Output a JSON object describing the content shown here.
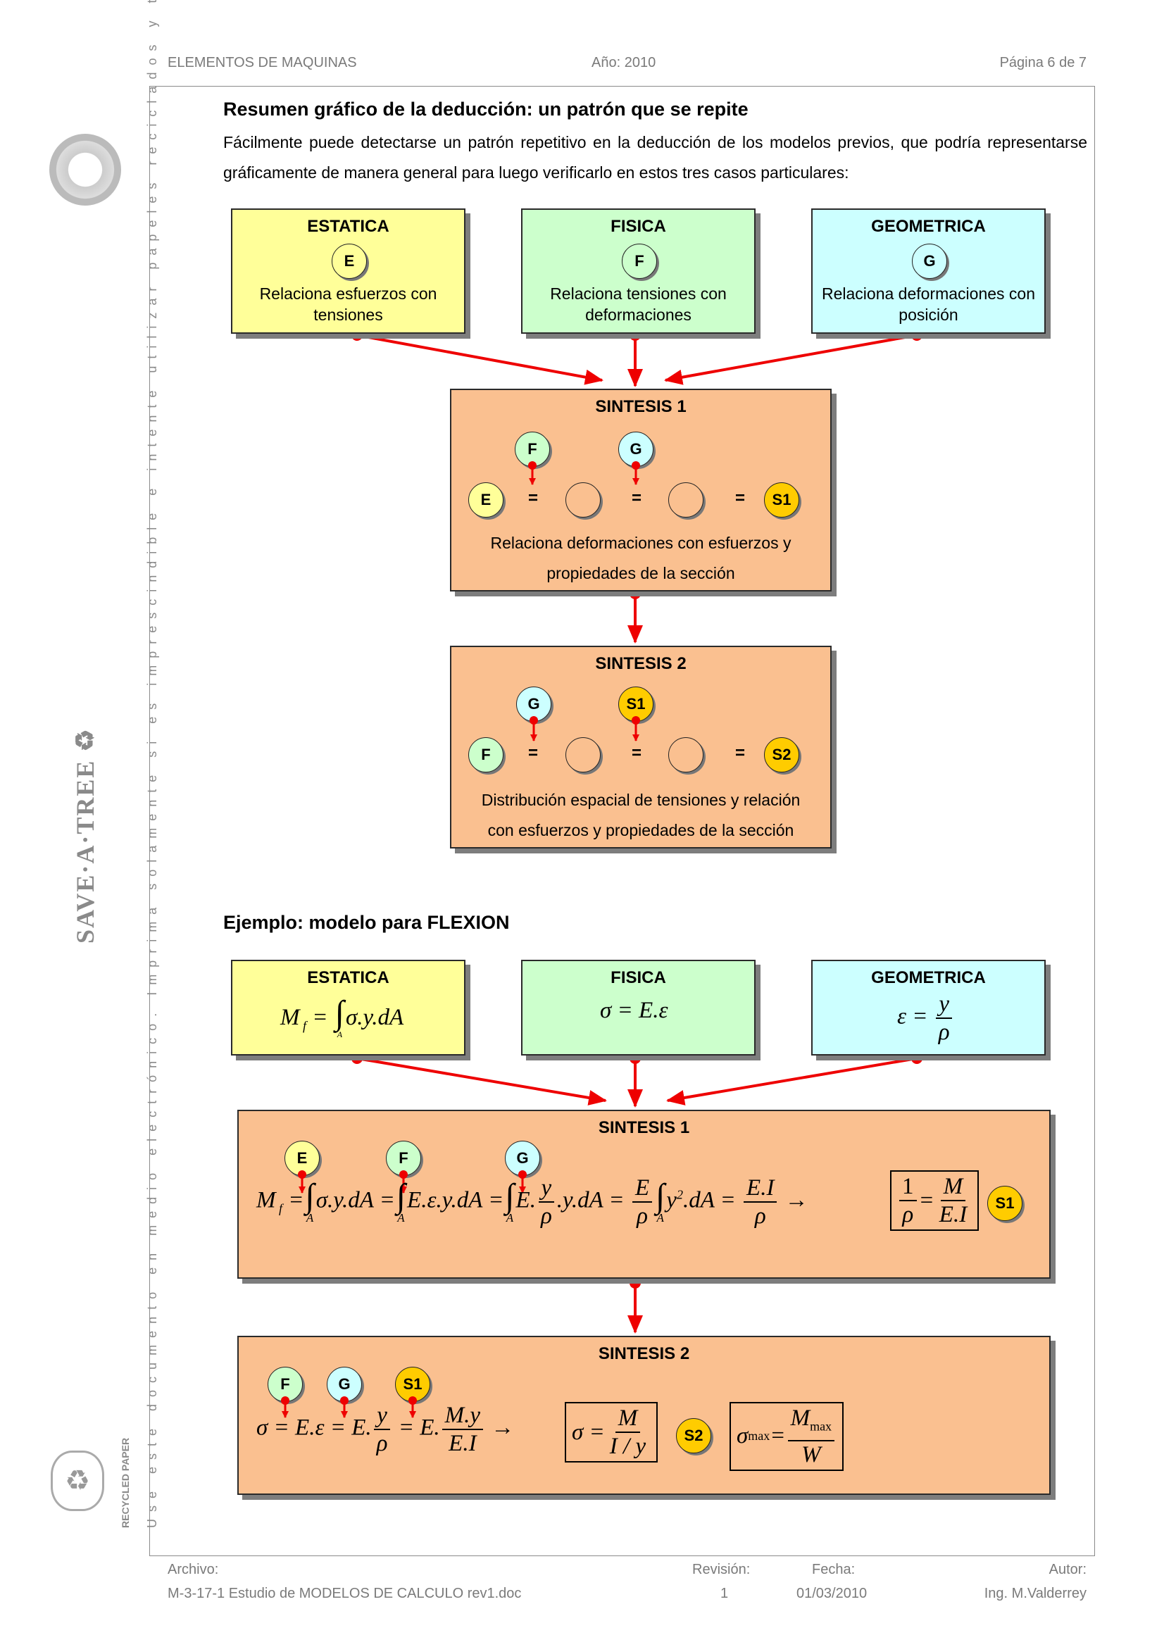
{
  "header": {
    "left": "ELEMENTOS DE MAQUINAS",
    "center": "Año: 2010",
    "right": "Página 6 de 7"
  },
  "section1": {
    "title": "Resumen gráfico de la deducción: un patrón que se repite",
    "paragraph": "Fácilmente puede detectarse un patrón repetitivo en la deducción de los modelos previos, que podría representarse gráficamente de manera general para luego verificarlo en estos tres casos particulares:"
  },
  "top_boxes": [
    {
      "title": "ESTATICA",
      "letter": "E",
      "desc": "Relaciona esfuerzos con tensiones",
      "color": "#ffff99"
    },
    {
      "title": "FISICA",
      "letter": "F",
      "desc": "Relaciona tensiones con deformaciones",
      "color": "#ccffcc"
    },
    {
      "title": "GEOMETRICA",
      "letter": "G",
      "desc": "Relaciona deformaciones con posición",
      "color": "#ccffff"
    }
  ],
  "sintesis1": {
    "title": "SINTESIS 1",
    "inputs": [
      "F",
      "G"
    ],
    "start": "E",
    "result": "S1",
    "eq": "=",
    "desc_line1": "Relaciona deformaciones con esfuerzos y",
    "desc_line2": "propiedades de la sección"
  },
  "sintesis2": {
    "title": "SINTESIS 2",
    "inputs": [
      "G",
      "S1"
    ],
    "start": "F",
    "result": "S2",
    "eq": "=",
    "desc_line1": "Distribución espacial de tensiones y relación",
    "desc_line2": "con esfuerzos y propiedades de la sección"
  },
  "section2": {
    "title": "Ejemplo: modelo para FLEXION"
  },
  "example_boxes": [
    {
      "title": "ESTATICA"
    },
    {
      "title": "FISICA"
    },
    {
      "title": "GEOMETRICA"
    }
  ],
  "example_s1": {
    "title": "SINTESIS 1",
    "markers": [
      "E",
      "F",
      "G"
    ],
    "result": "S1"
  },
  "example_s2": {
    "title": "SINTESIS 2",
    "markers": [
      "F",
      "G",
      "S1"
    ],
    "result": "S2"
  },
  "side_text": "Use este documento en medio electrónico. Imprima solamente si es imprescindible e intente utilizar papeles reciclados y tintas vegetales.",
  "logos": {
    "save_a_tree": "SAVE·A·TREE",
    "recycled": "RECYCLED PAPER"
  },
  "footer": {
    "archivo_label": "Archivo:",
    "archivo": "M-3-17-1 Estudio de MODELOS DE CALCULO rev1.doc",
    "revision_label": "Revisión:",
    "revision": "1",
    "fecha_label": "Fecha:",
    "fecha": "01/03/2010",
    "autor_label": "Autor:",
    "autor": "Ing. M.Valderrey"
  },
  "colors": {
    "arrow": "#ee0000",
    "orange": "#fac090",
    "gold": "#ffcc00"
  }
}
